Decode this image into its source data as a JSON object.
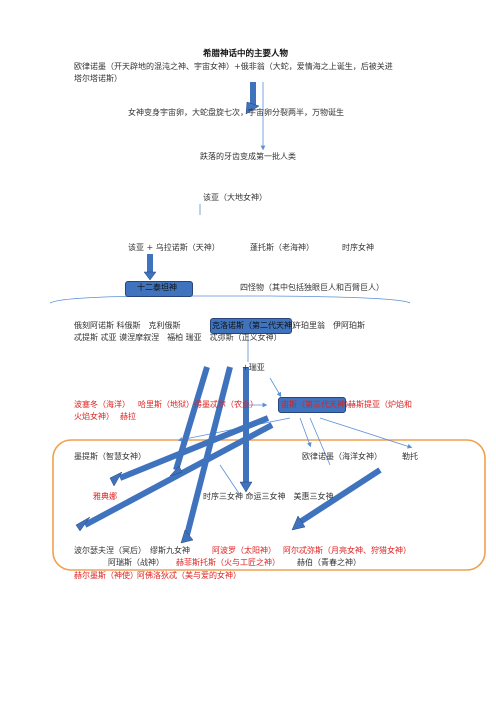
{
  "title": "希腊神话中的主要人物",
  "lines": {
    "l1": "欧律诺墨（开天辟地的混沌之神、宇宙女神）+俄非翁（大蛇，爱情海之上诞生，后被关进",
    "l2": "塔尔塔诺斯）",
    "l3": "女神变身宇宙卵，大蛇盘旋七次，宇宙卵分裂两半，万物诞生",
    "l4": "跌落的牙齿变成第一批人类",
    "l5": "该亚（大地女神）",
    "l6a": "该亚 + 乌拉诺斯（天神）",
    "l6b": "蓬托斯（老海神）",
    "l6c": "时序女神",
    "titans": "十二泰坦神",
    "monsters": "四怪物（其中包括独眼巨人和百臂巨人）",
    "r1a": "俄刻阿诺斯 科俄斯　克利俄斯",
    "r1b": "克洛诺斯（第二代天神）",
    "r1c": "许珀里翁　伊阿珀斯",
    "r2": "忒提斯 忒亚 谟涅摩叙涅　福柏 瑞亚　忒弥斯（正义女神）",
    "plus_rhea": "+瑞亚",
    "r3_poseidon": "波塞冬（海洋）",
    "r3_hades": "哈里斯（地狱）",
    "r3_demeter": "得墨忒尔（农业）",
    "r3_zeus": "宙斯（第三代天神）",
    "r3_hestia": "赫斯提亚（炉焰和",
    "r4_hestia": "火焰女神）",
    "r4_hera": "赫拉",
    "metis": "墨提斯（智慧女神）",
    "eurynome": "欧律诺墨（海洋女神）",
    "leto": "勒托",
    "athena": "雅典娜",
    "fates": "时序三女神 命运三女神　美惠三女神",
    "row_p": "波尔瑟夫涅（冥后）　缪斯九女神",
    "apollo": "阿波罗（太阳神）",
    "artemis": "阿尔忒弥斯（月亮女神、狩猎女神）",
    "ares": "阿瑞斯（战神）",
    "hephaestus": "赫菲斯托斯（火与工匠之神）",
    "hebe": "赫伯（青春之神）",
    "hermes": "赫尔墨斯（神使）",
    "aphrodite": "阿佛洛狄忒（美与爱的女神）"
  },
  "colors": {
    "accent": "#3f73bd",
    "red": "#e02020",
    "orange": "#f0a050",
    "thin": "#5b8fd6"
  }
}
